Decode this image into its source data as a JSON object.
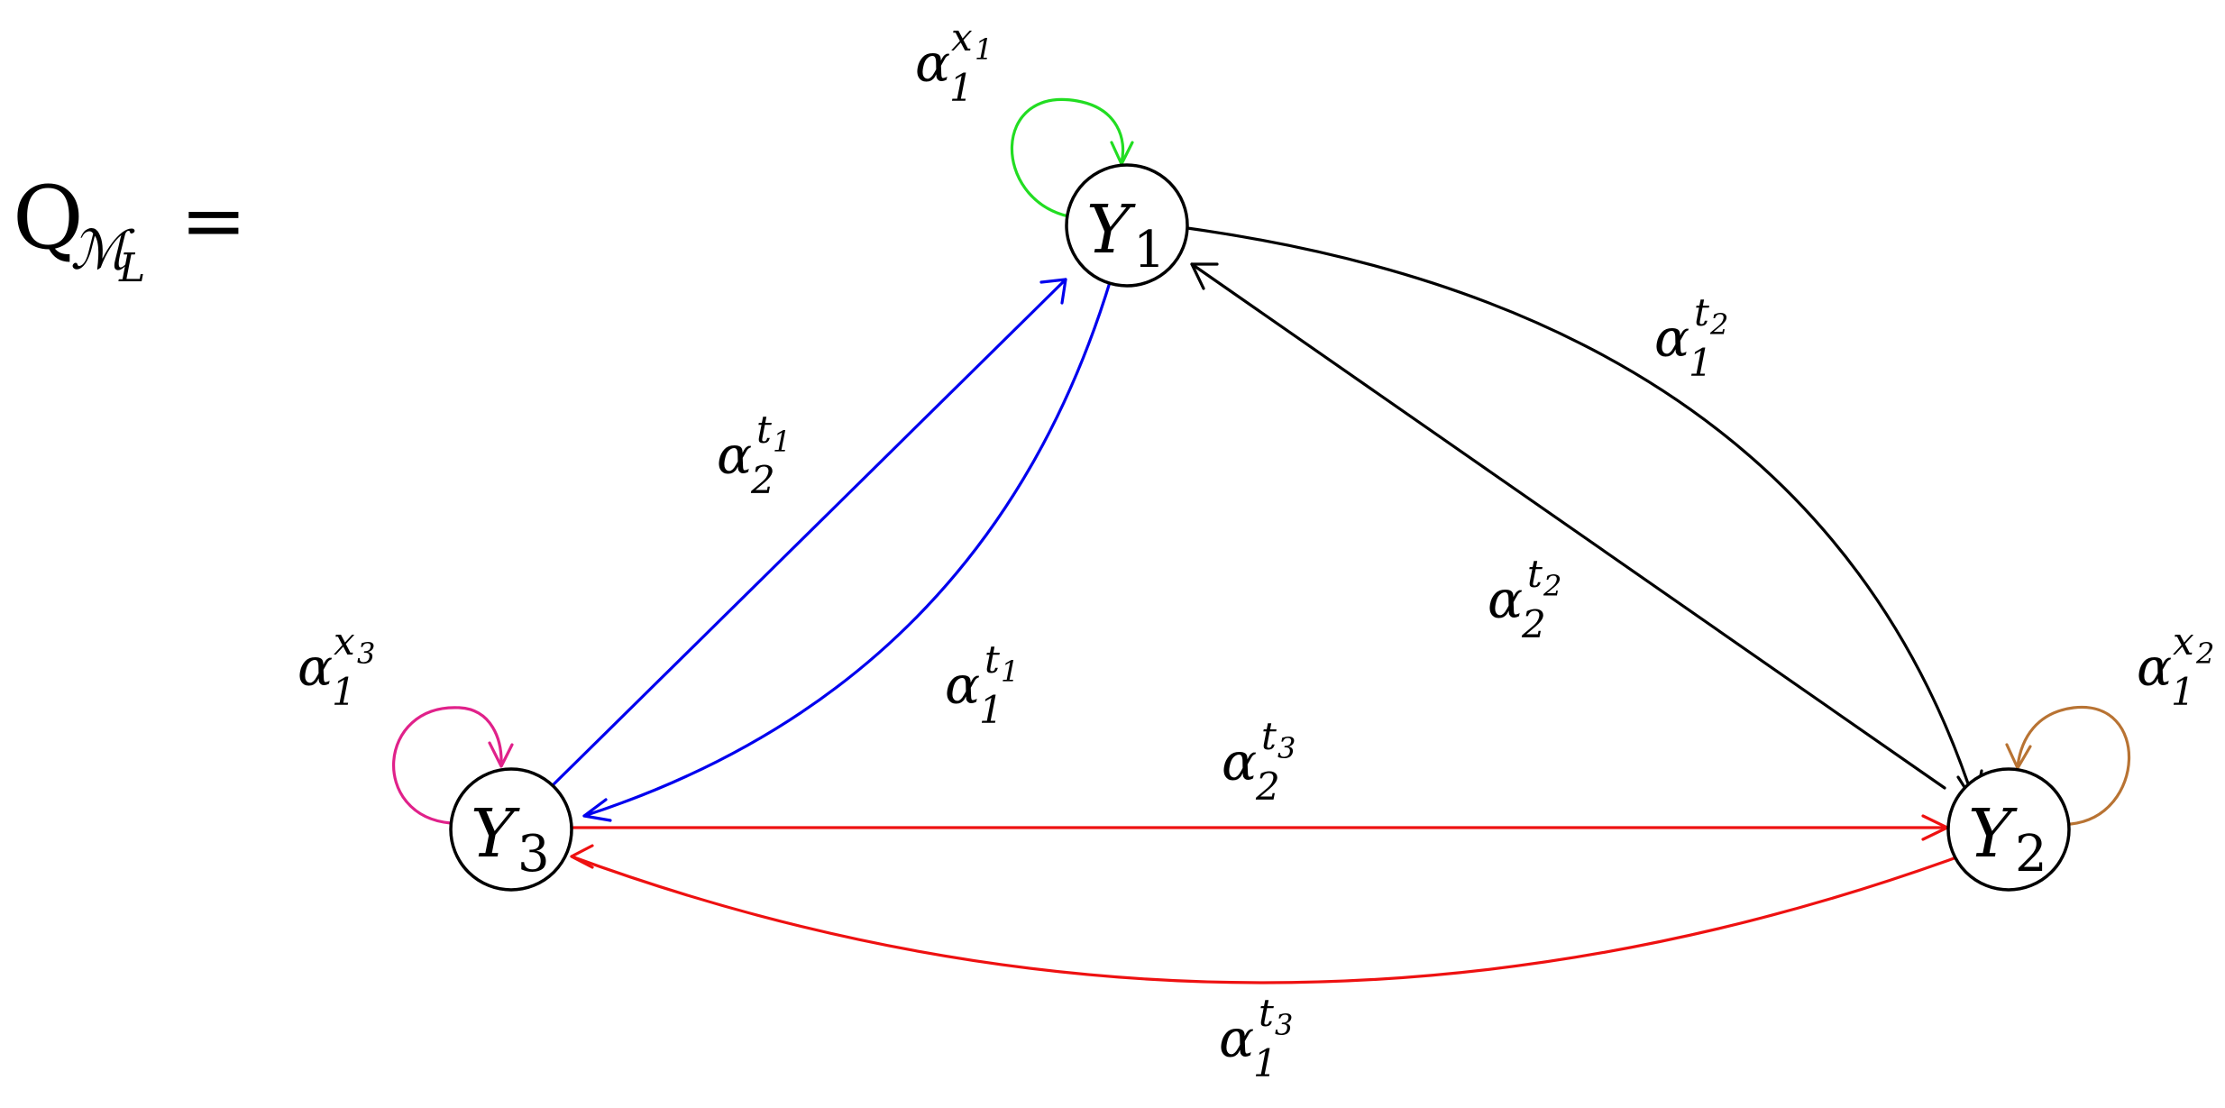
{
  "title": {
    "symbol": "Q",
    "subscript": "ℳ",
    "subsubscript": "L",
    "equals": "="
  },
  "colors": {
    "black": "#000000",
    "blue": "#0000ee",
    "red": "#ee1111",
    "green": "#22dd22",
    "magenta": "#e0218a",
    "brown": "#b87333"
  },
  "nodes": [
    {
      "id": "Y1",
      "base": "Y",
      "sub": "1"
    },
    {
      "id": "Y2",
      "base": "Y",
      "sub": "2"
    },
    {
      "id": "Y3",
      "base": "Y",
      "sub": "3"
    }
  ],
  "edges": [
    {
      "id": "a1x1",
      "from": "Y1",
      "to": "Y1",
      "color": "green",
      "label": {
        "base": "α",
        "sub": "1",
        "sup": "x",
        "supsub": "1"
      }
    },
    {
      "id": "a1x2",
      "from": "Y2",
      "to": "Y2",
      "color": "brown",
      "label": {
        "base": "α",
        "sub": "1",
        "sup": "x",
        "supsub": "2"
      }
    },
    {
      "id": "a1x3",
      "from": "Y3",
      "to": "Y3",
      "color": "magenta",
      "label": {
        "base": "α",
        "sub": "1",
        "sup": "x",
        "supsub": "3"
      }
    },
    {
      "id": "a1t2",
      "from": "Y1",
      "to": "Y2",
      "color": "black",
      "label": {
        "base": "α",
        "sub": "1",
        "sup": "t",
        "supsub": "2"
      }
    },
    {
      "id": "a2t2",
      "from": "Y2",
      "to": "Y1",
      "color": "black",
      "label": {
        "base": "α",
        "sub": "2",
        "sup": "t",
        "supsub": "2"
      }
    },
    {
      "id": "a2t1",
      "from": "Y3",
      "to": "Y1",
      "color": "blue",
      "label": {
        "base": "α",
        "sub": "2",
        "sup": "t",
        "supsub": "1"
      }
    },
    {
      "id": "a1t1",
      "from": "Y1",
      "to": "Y3",
      "color": "blue",
      "label": {
        "base": "α",
        "sub": "1",
        "sup": "t",
        "supsub": "1"
      }
    },
    {
      "id": "a2t3",
      "from": "Y3",
      "to": "Y2",
      "color": "red",
      "label": {
        "base": "α",
        "sub": "2",
        "sup": "t",
        "supsub": "3"
      }
    },
    {
      "id": "a1t3",
      "from": "Y2",
      "to": "Y3",
      "color": "red",
      "label": {
        "base": "α",
        "sub": "1",
        "sup": "t",
        "supsub": "3"
      }
    }
  ]
}
